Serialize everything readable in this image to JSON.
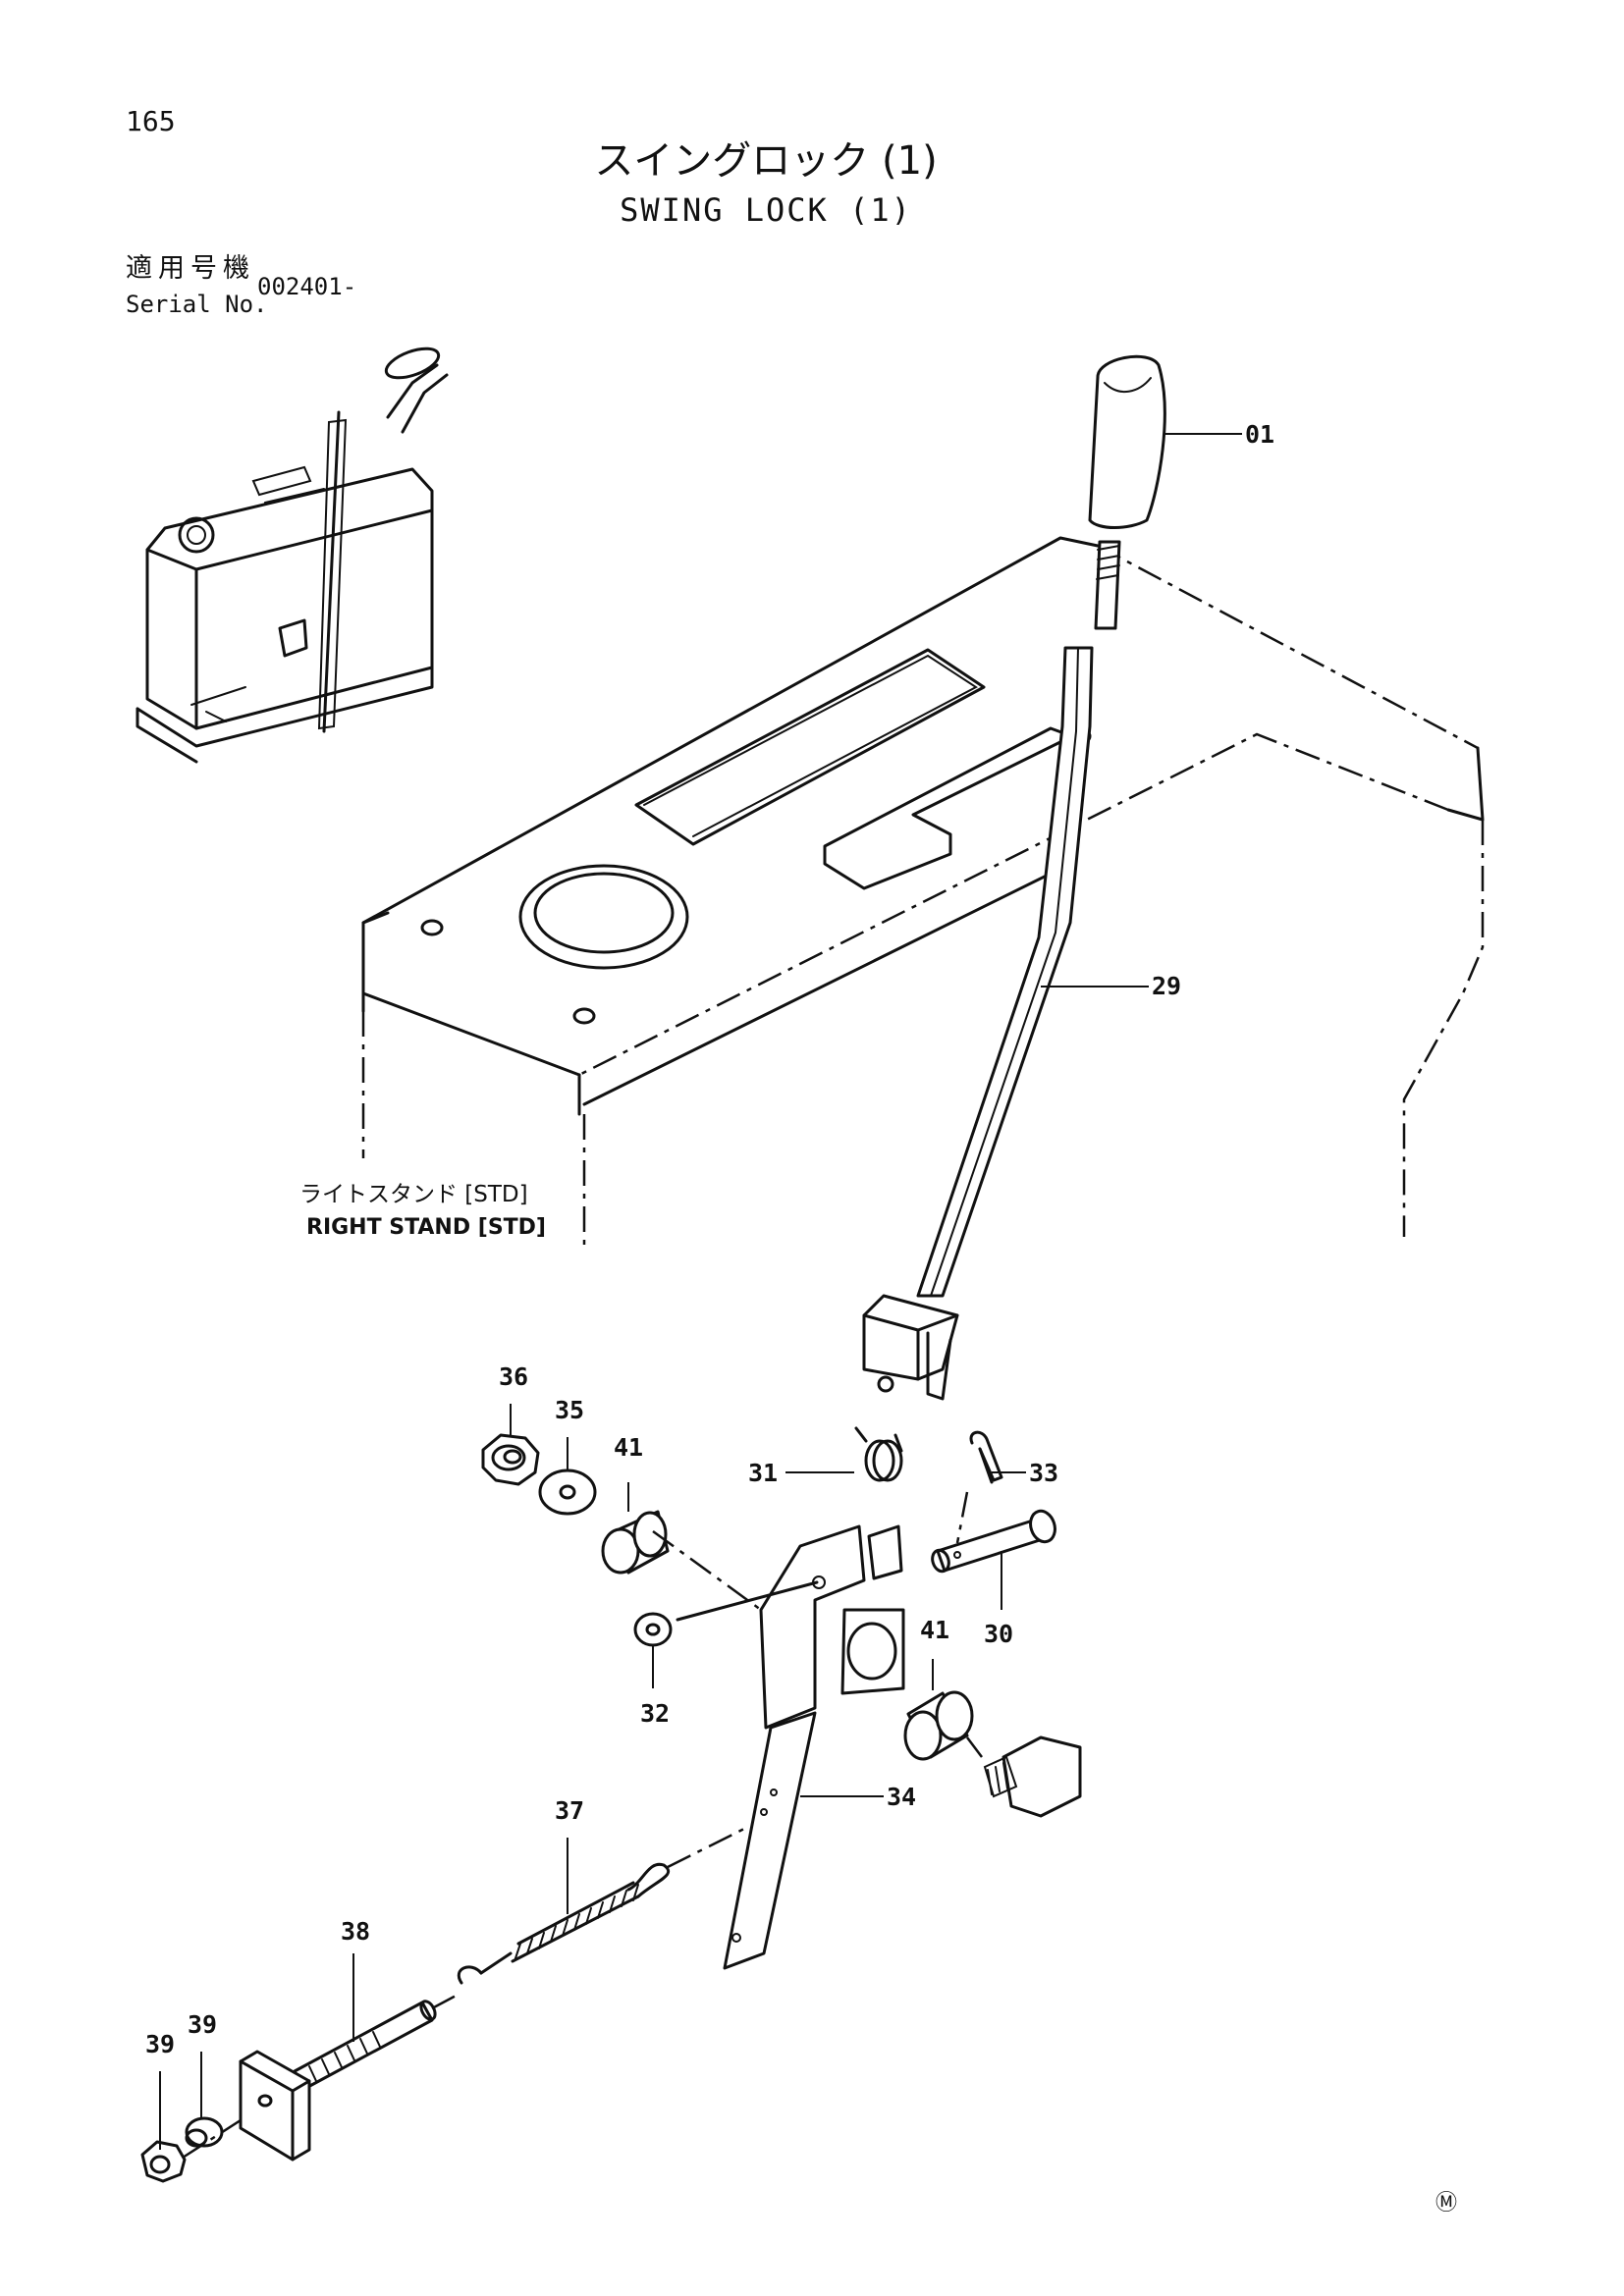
{
  "page": {
    "number": "165",
    "title_jp": "スイングロック (1)",
    "title_en": "SWING LOCK (1)",
    "serial_label_jp": "適用号機",
    "serial_label_en": "Serial No.",
    "serial_number": "002401-",
    "stand_label_jp": "ライトスタンド [STD]",
    "stand_label_en": "RIGHT STAND [STD]",
    "corner_mark": "Ⓜ"
  },
  "callouts": {
    "p01": "01",
    "p29": "29",
    "p31": "31",
    "p33": "33",
    "p30": "30",
    "p36": "36",
    "p35": "35",
    "p41a": "41",
    "p41b": "41",
    "p32": "32",
    "p34": "34",
    "p37": "37",
    "p38": "38",
    "p39a": "39",
    "p39b": "39"
  }
}
